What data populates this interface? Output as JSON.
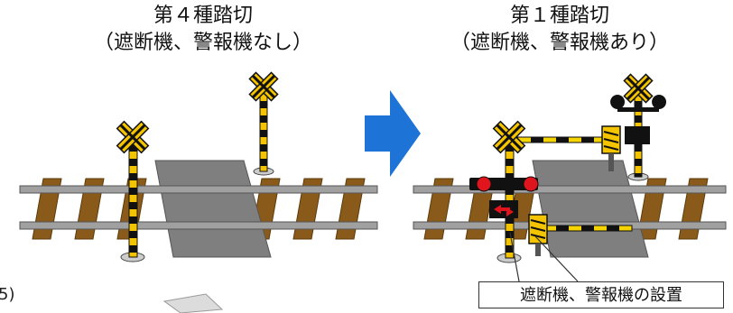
{
  "left_panel": {
    "title_line1": "第４種踏切",
    "title_line2": "（遮断機、警報機なし）"
  },
  "right_panel": {
    "title_line1": "第１種踏切",
    "title_line2": "（遮断機、警報機あり）"
  },
  "fragment_text": "5)",
  "callout": {
    "label": "遮断機、警報機の設置"
  },
  "colors": {
    "arrow": "#1e73d6",
    "rail": "#9a9a9a",
    "sleeper": "#8a5a1a",
    "crossing": "#7f7f7f",
    "pole_black": "#111111",
    "pole_yellow": "#f5c400",
    "lamp_red": "#e0141c"
  }
}
